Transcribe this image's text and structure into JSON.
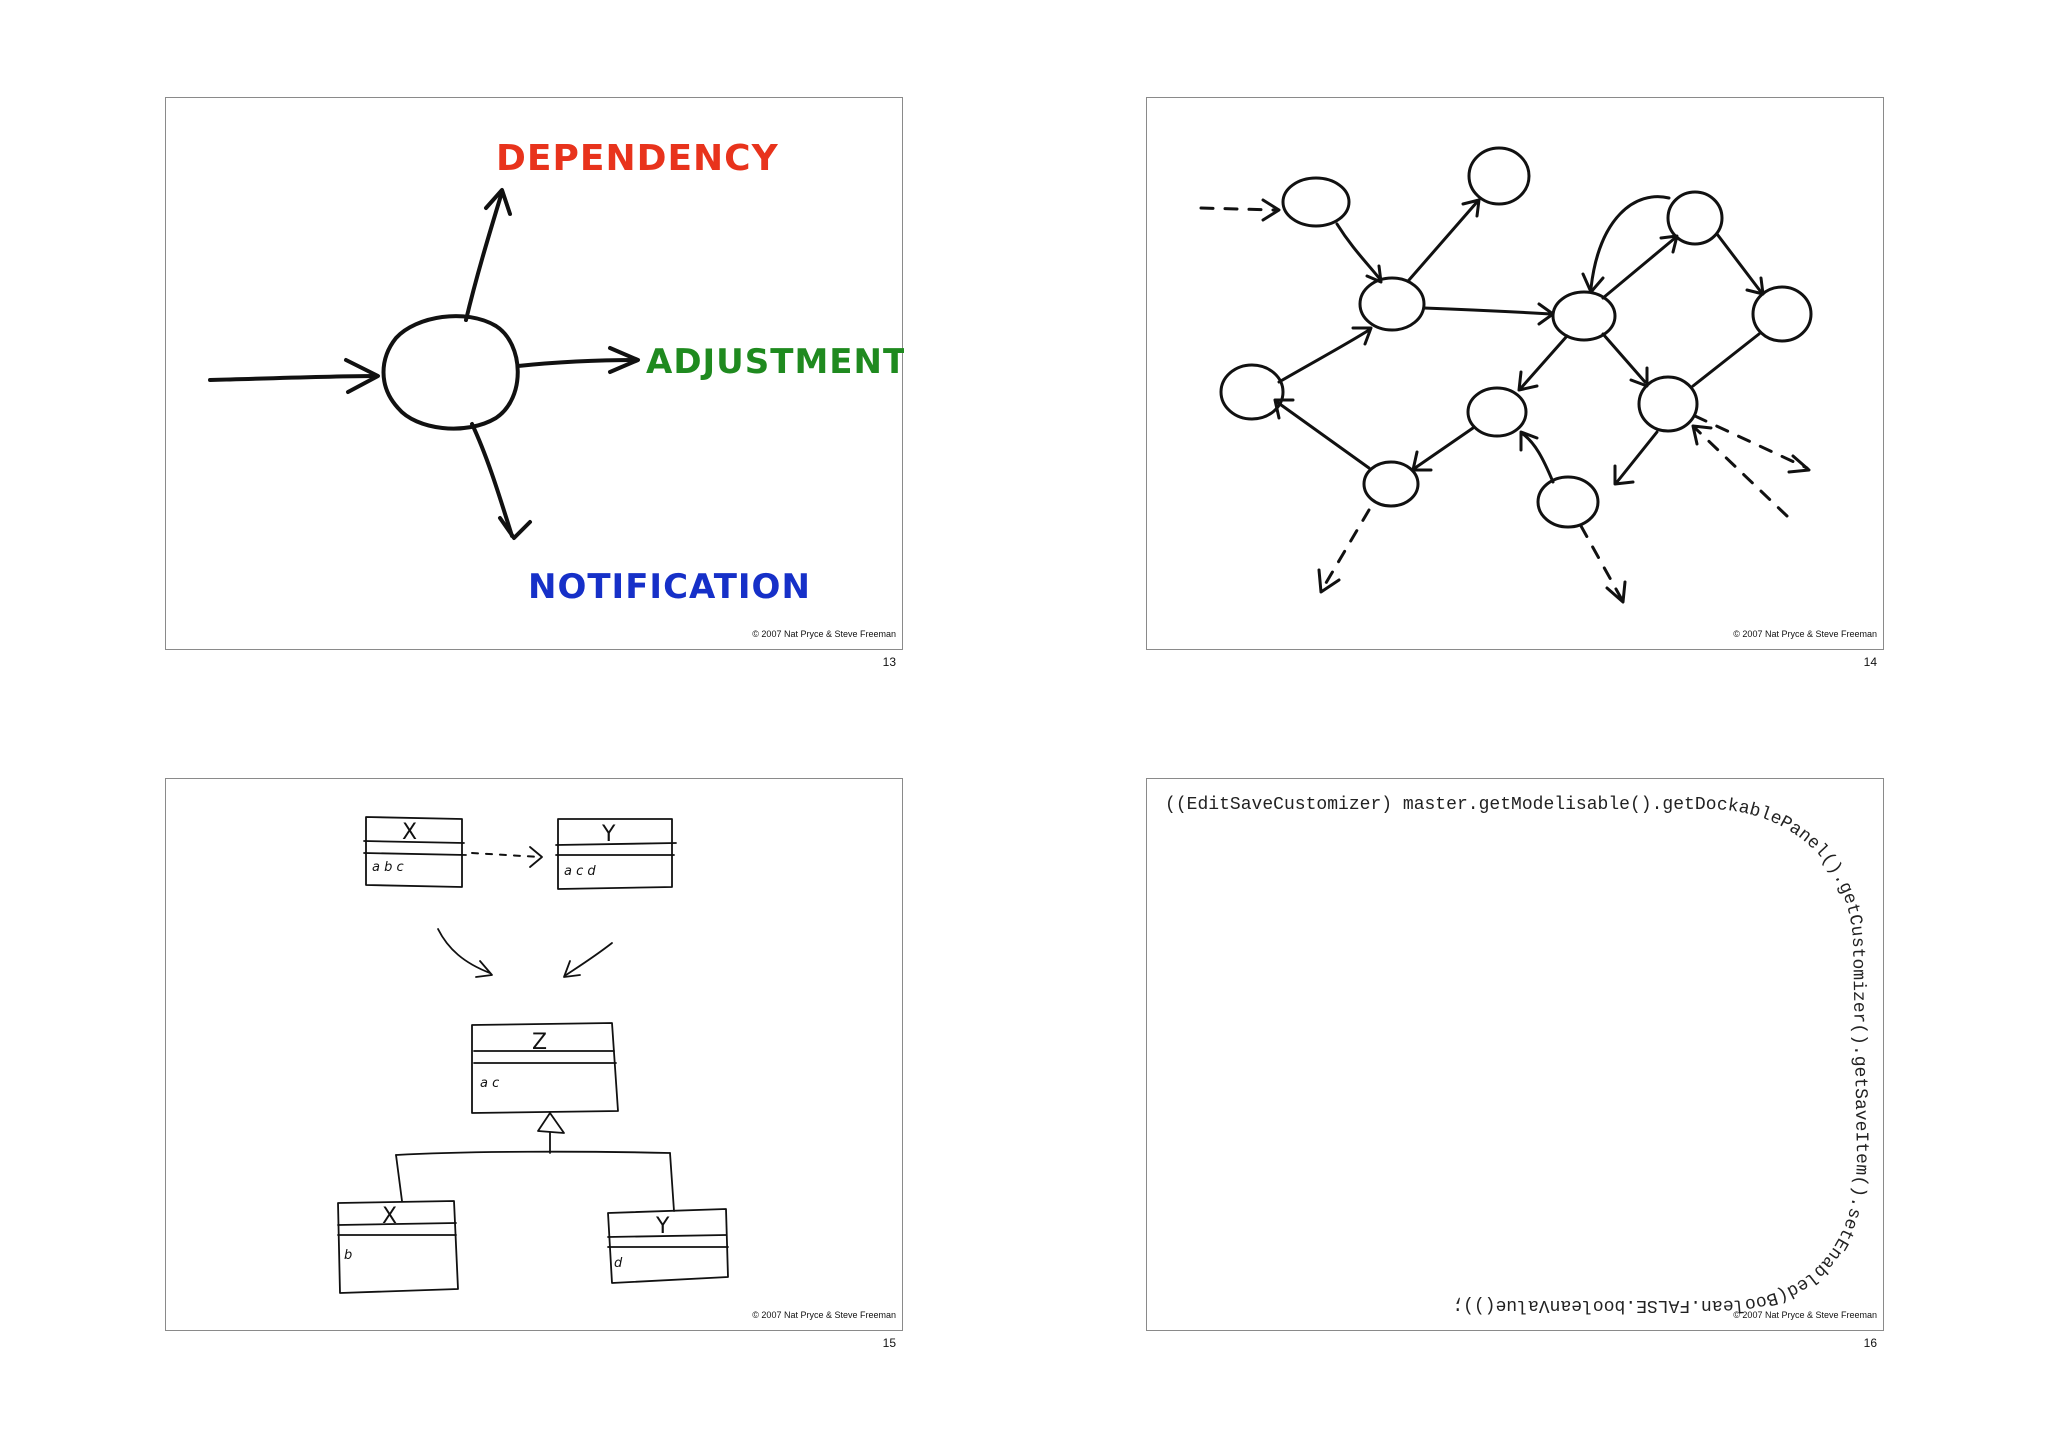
{
  "slides": [
    {
      "page": "13",
      "copyright": "© 2007 Nat Pryce & Steve Freeman",
      "labels": {
        "dependency": "DEPENDENCY",
        "adjustment": "ADJUSTMENT",
        "notification": "NOTIFICATION"
      },
      "colors": {
        "dependency": "#e8331c",
        "adjustment": "#1f8a1f",
        "notification": "#1630c8"
      }
    },
    {
      "page": "14",
      "copyright": "© 2007 Nat Pryce & Steve Freeman"
    },
    {
      "page": "15",
      "copyright": "© 2007 Nat Pryce & Steve Freeman",
      "boxes": {
        "x_top": {
          "name": "X",
          "attrs": "a b c"
        },
        "y_top": {
          "name": "Y",
          "attrs": "a c d"
        },
        "z": {
          "name": "Z",
          "attrs": "a c"
        },
        "x_bottom": {
          "name": "X",
          "attrs": "b"
        },
        "y_bottom": {
          "name": "Y",
          "attrs": "d"
        }
      }
    },
    {
      "page": "16",
      "copyright": "© 2007 Nat Pryce & Steve Freeman",
      "code_top": "((EditSaveCustomizer) master.getModelisable().getDockablePanel().getCustomizer().getSaveItem().setEnabled(Boolean.FALSE.booleanValue());"
    }
  ]
}
